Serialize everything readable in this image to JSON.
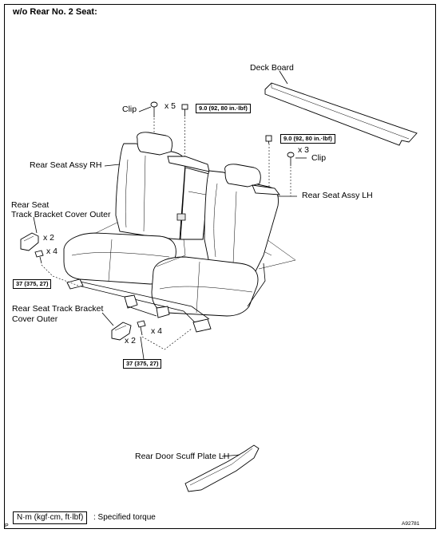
{
  "title": "w/o Rear No. 2 Seat:",
  "labels": {
    "deck_board": "Deck Board",
    "clip_top": "Clip",
    "clip_right": "Clip",
    "rear_seat_assy_rh": "Rear Seat Assy RH",
    "rear_seat_assy_lh": "Rear Seat Assy LH",
    "track_cover_upper_line1": "Rear Seat",
    "track_cover_upper_line2": "Track Bracket Cover Outer",
    "track_cover_lower_line1": "Rear Seat Track Bracket",
    "track_cover_lower_line2": "Cover Outer",
    "scuff_plate": "Rear Door Scuff Plate LH"
  },
  "quantities": {
    "clip_top": "x 5",
    "clip_right": "x 3",
    "cover_upper": "x 2",
    "bolt_upper": "x 4",
    "cover_lower": "x 2",
    "bolt_lower": "x 4"
  },
  "torques": {
    "top": "9.0 (92, 80 in.·lbf)",
    "right": "9.0 (92, 80 in.·lbf)",
    "left": "37 (375, 27)",
    "bottom": "37 (375, 27)"
  },
  "legend": {
    "box": "N·m (kgf·cm, ft·lbf)",
    "text": ": Specified torque"
  },
  "figure_code": "A92781",
  "page_mark": "P"
}
